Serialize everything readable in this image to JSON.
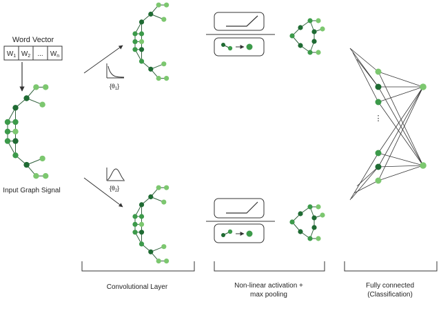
{
  "word_vector": {
    "title": "Word Vector",
    "cells": [
      {
        "base": "W",
        "sub": "1"
      },
      {
        "base": "W",
        "sub": "2"
      },
      {
        "base": "...",
        "sub": ""
      },
      {
        "base": "W",
        "sub": "n"
      }
    ]
  },
  "input_label": "Input Graph Signal",
  "filters": [
    {
      "open": "{θ",
      "sub": "1",
      "close": "}"
    },
    {
      "open": "{θ",
      "sub": "2",
      "close": "}"
    }
  ],
  "ellipsis": "·\n·\n·",
  "sections": [
    {
      "label_lines": [
        "Convolutional Layer"
      ]
    },
    {
      "label_lines": [
        "Non-linear activation +",
        "max pooling"
      ]
    },
    {
      "label_lines": [
        "Fully connected",
        "(Classification)"
      ]
    }
  ],
  "colors": {
    "node_dark": "#1f6b33",
    "node_mid": "#3c9a4a",
    "node_light": "#7cc76f",
    "edge": "#2e5f3a",
    "line": "#333333"
  }
}
